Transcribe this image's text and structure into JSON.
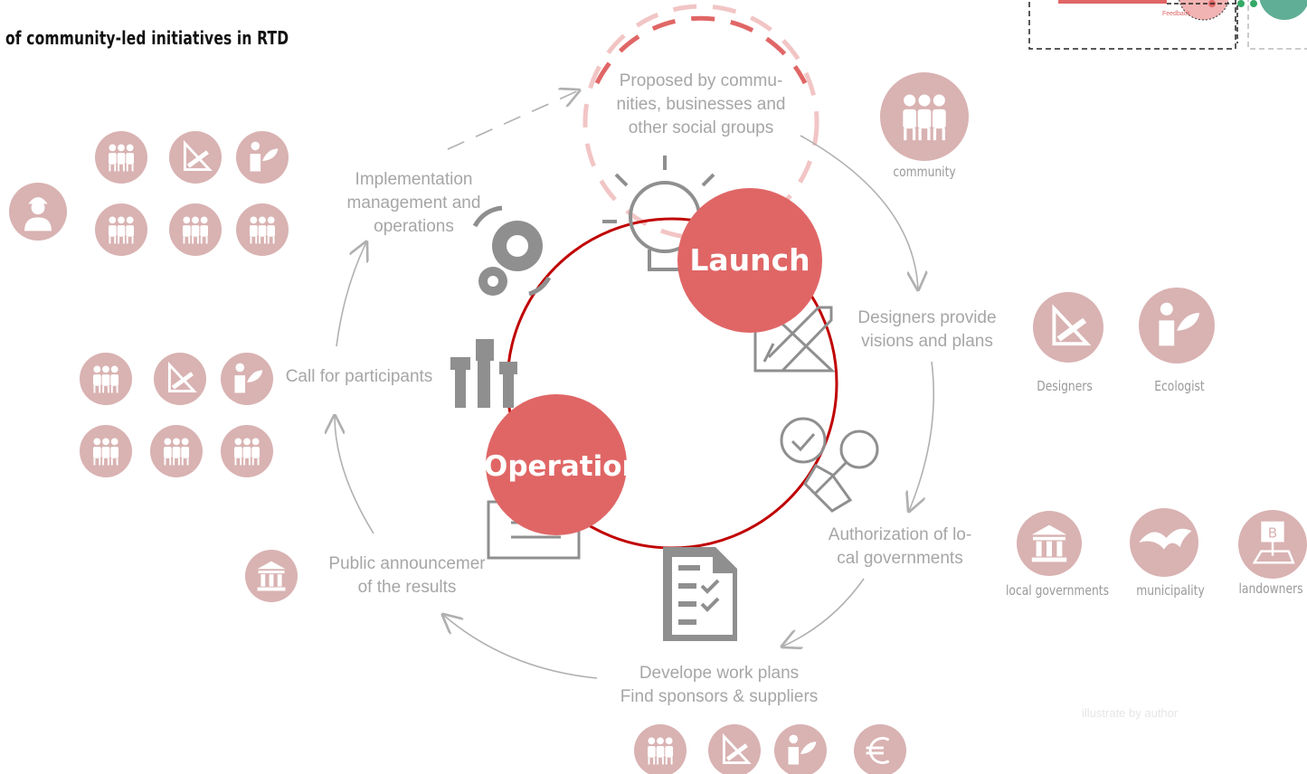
{
  "title": "of community-led initiatives in RTD",
  "inset": {
    "label1": "Feedback"
  },
  "phases": {
    "launch": "Launch",
    "operation": "Operation"
  },
  "steps": {
    "proposed": "Proposed by commu-\nnities, businesses and\nother social groups",
    "designers": "Designers provide\nvisions and plans",
    "authorization": "Authorization of lo-\ncal governments",
    "develop": "Develope work plans\nFind sponsors & suppliers",
    "public": "Public announcemer\nof the results",
    "call": "Call for participants",
    "implementation": "Implementation\nmanagement and\noperations"
  },
  "actors": {
    "community": "community",
    "designers": "Designers",
    "ecologist": "Ecologist",
    "local_governments": "local governments",
    "municipality": "municipality",
    "landowners": "landowners"
  },
  "credit": "illustrate by author",
  "colors": {
    "accent": "#e06666",
    "icon_bg": "#d9b2b2",
    "ring": "#c00000",
    "gray": "#a6a6a6"
  }
}
